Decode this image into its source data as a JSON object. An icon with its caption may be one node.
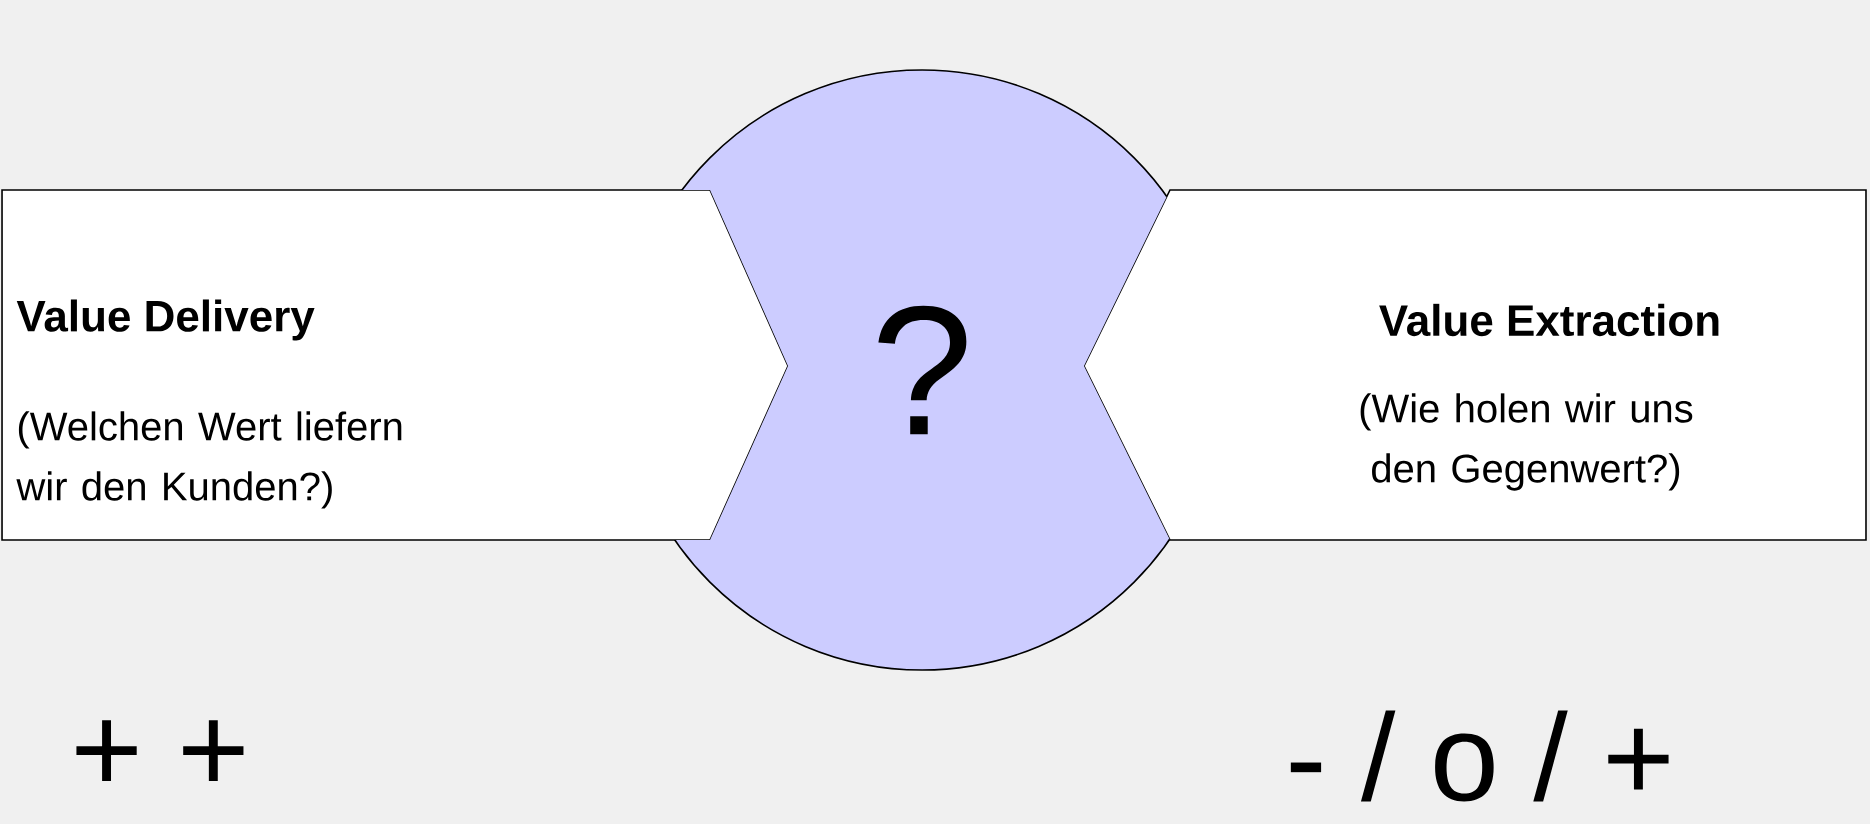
{
  "diagram": {
    "nodes": [
      {
        "text": [
          "Value Delivery",
          "(Welchen Wert liefern wir den Kunden?)"
        ]
      },
      {
        "text": [
          "?"
        ]
      },
      {
        "text": [
          "Value Extraction",
          "(Wie holen wir uns den Gegenwert?)"
        ]
      }
    ],
    "labels": [
      "+ +",
      "- / o / +"
    ]
  }
}
